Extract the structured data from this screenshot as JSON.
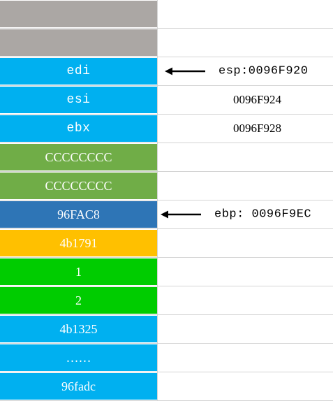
{
  "stack": {
    "rows": [
      {
        "label": "",
        "color": "#aba7a4",
        "annotation": "",
        "arrow": false
      },
      {
        "label": "",
        "color": "#aba7a4",
        "annotation": "",
        "arrow": false
      },
      {
        "label": "edi",
        "color": "#00b0f0",
        "annotation": "esp:0096F920",
        "arrow": true
      },
      {
        "label": "esi",
        "color": "#00b0f0",
        "annotation": "0096F924",
        "arrow": false
      },
      {
        "label": "ebx",
        "color": "#00b0f0",
        "annotation": "0096F928",
        "arrow": false
      },
      {
        "label": "CCCCCCCC",
        "color": "#70ad47",
        "annotation": "",
        "arrow": false
      },
      {
        "label": "CCCCCCCC",
        "color": "#70ad47",
        "annotation": "",
        "arrow": false
      },
      {
        "label": "96FAC8",
        "color": "#2e75b6",
        "annotation": "ebp: 0096F9EC",
        "arrow": true
      },
      {
        "label": "4b1791",
        "color": "#ffc000",
        "annotation": "",
        "arrow": false
      },
      {
        "label": "1",
        "color": "#00cc00",
        "annotation": "",
        "arrow": false
      },
      {
        "label": "2",
        "color": "#00cc00",
        "annotation": "",
        "arrow": false
      },
      {
        "label": "4b1325",
        "color": "#00b0f0",
        "annotation": "",
        "arrow": false
      },
      {
        "label": "……",
        "color": "#00b0f0",
        "annotation": "",
        "arrow": false
      },
      {
        "label": "96fadc",
        "color": "#00b0f0",
        "annotation": "",
        "arrow": false
      }
    ]
  }
}
